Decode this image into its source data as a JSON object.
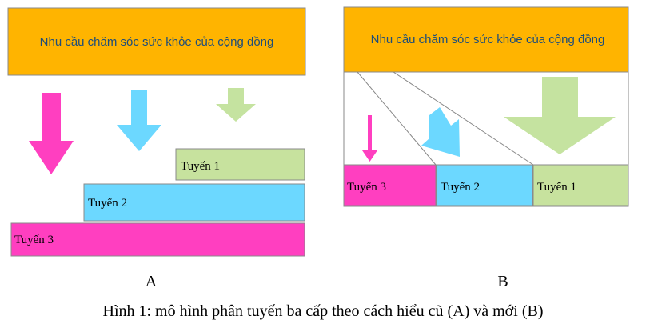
{
  "colors": {
    "community": "#ffb400",
    "community_text": "#1f4e79",
    "magenta": "#ff3fc0",
    "cyan": "#6cd8ff",
    "green": "#c7e29e",
    "green_arrow": "#c5e3a0",
    "border": "#8a8a8a",
    "line": "#888888",
    "text": "#000000"
  },
  "panel_a": {
    "header": "Nhu cầu chăm sóc sức khỏe của cộng đồng",
    "tuyen1": "Tuyến 1",
    "tuyen2": "Tuyến 2",
    "tuyen3": "Tuyến 3",
    "label": "A"
  },
  "panel_b": {
    "header": "Nhu cầu chăm sóc sức khỏe của cộng đồng",
    "tuyen1": "Tuyến 1",
    "tuyen2": "Tuyến 2",
    "tuyen3": "Tuyến 3",
    "label": "B"
  },
  "caption": "Hình 1: mô hình phân tuyến ba cấp theo cách hiểu cũ (A) và mới (B)"
}
